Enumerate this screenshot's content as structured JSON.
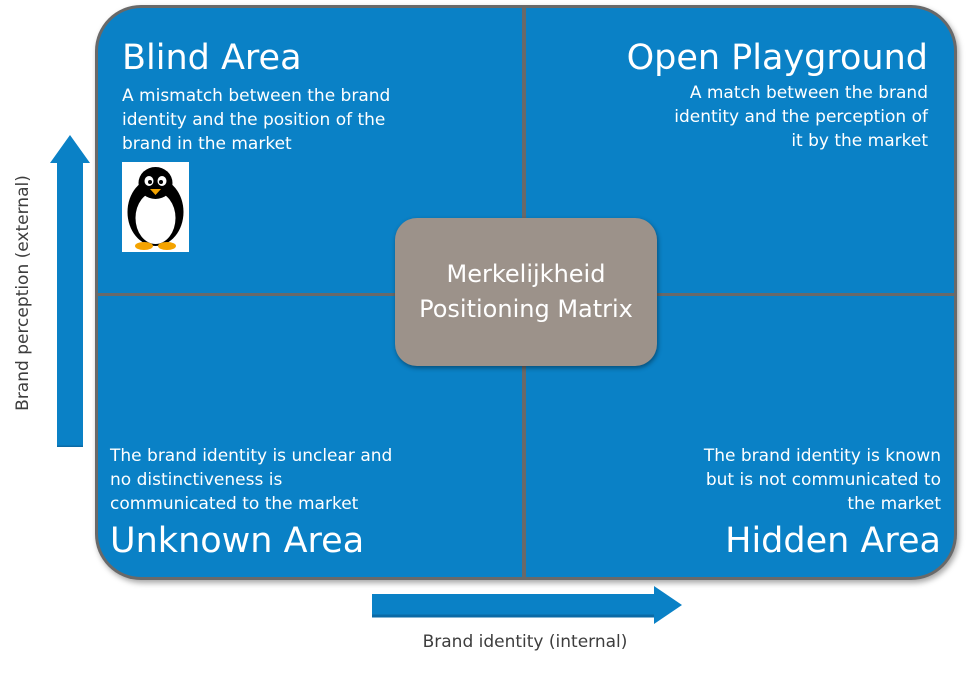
{
  "center_box": {
    "text": "Merkelijkheid Positioning Matrix"
  },
  "quadrants": {
    "top_left": {
      "title": "Blind Area",
      "description": "A mismatch between the brand identity and the position of the brand in the market",
      "icon": "penguin-icon"
    },
    "top_right": {
      "title": "Open Playground",
      "description": "A match between the brand identity and the perception of it by the market"
    },
    "bottom_left": {
      "title": "Unknown Area",
      "description": "The brand identity is unclear and no distinctiveness is communicated to the market"
    },
    "bottom_right": {
      "title": "Hidden Area",
      "description": "The brand identity is known but is not communicated to the market"
    }
  },
  "axes": {
    "vertical_label": "Brand perception (external)",
    "horizontal_label": "Brand identity (internal)"
  },
  "colors": {
    "quadrant_blue": "#0a81c6",
    "divider_gray": "#696969",
    "center_box": "#9c928a",
    "arrow_blue": "#0a81c6"
  }
}
